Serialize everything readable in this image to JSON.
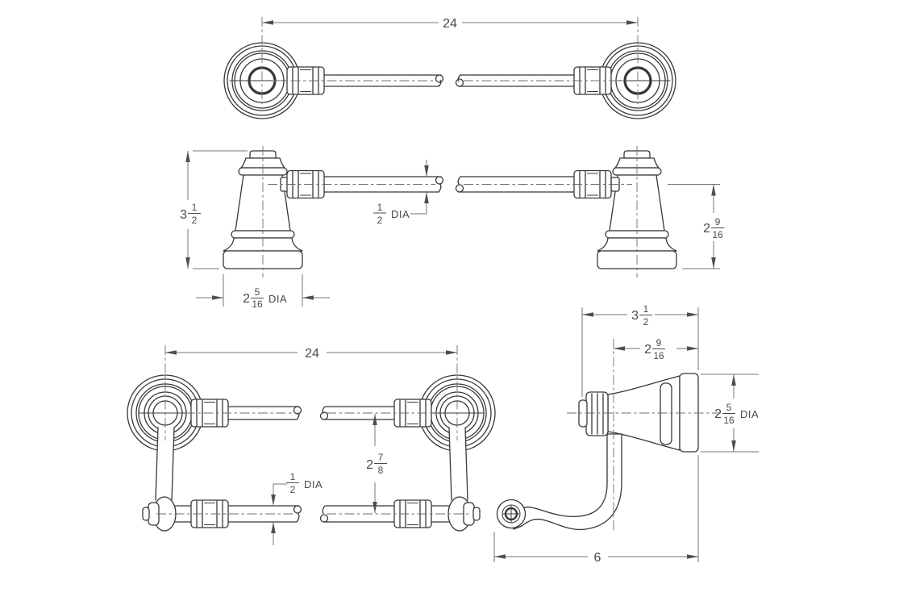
{
  "colors": {
    "background": "#ffffff",
    "geometry_line": "#383838",
    "dimension_line": "#757575",
    "dimension_text": "#4a4a4a"
  },
  "dimensions": {
    "towel_bar_length": {
      "whole": "24"
    },
    "post_height": {
      "whole": "3",
      "numerator": "1",
      "denominator": "2"
    },
    "bar_diameter": {
      "numerator": "1",
      "denominator": "2",
      "suffix": "DIA"
    },
    "post_base_diameter": {
      "whole": "2",
      "numerator": "5",
      "denominator": "16",
      "suffix": "DIA"
    },
    "bar_center_to_base": {
      "whole": "2",
      "numerator": "9",
      "denominator": "16"
    },
    "holder_length": {
      "whole": "24"
    },
    "holder_bar_spacing": {
      "whole": "2",
      "numerator": "7",
      "denominator": "8"
    },
    "holder_bar_diameter": {
      "numerator": "1",
      "denominator": "2",
      "suffix": "DIA"
    },
    "hook_projection": {
      "whole": "3",
      "numerator": "1",
      "denominator": "2"
    },
    "hook_center_projection": {
      "whole": "2",
      "numerator": "9",
      "denominator": "16"
    },
    "hook_base_diameter": {
      "whole": "2",
      "numerator": "5",
      "denominator": "16",
      "suffix": "DIA"
    },
    "hook_drop": {
      "whole": "6"
    }
  }
}
